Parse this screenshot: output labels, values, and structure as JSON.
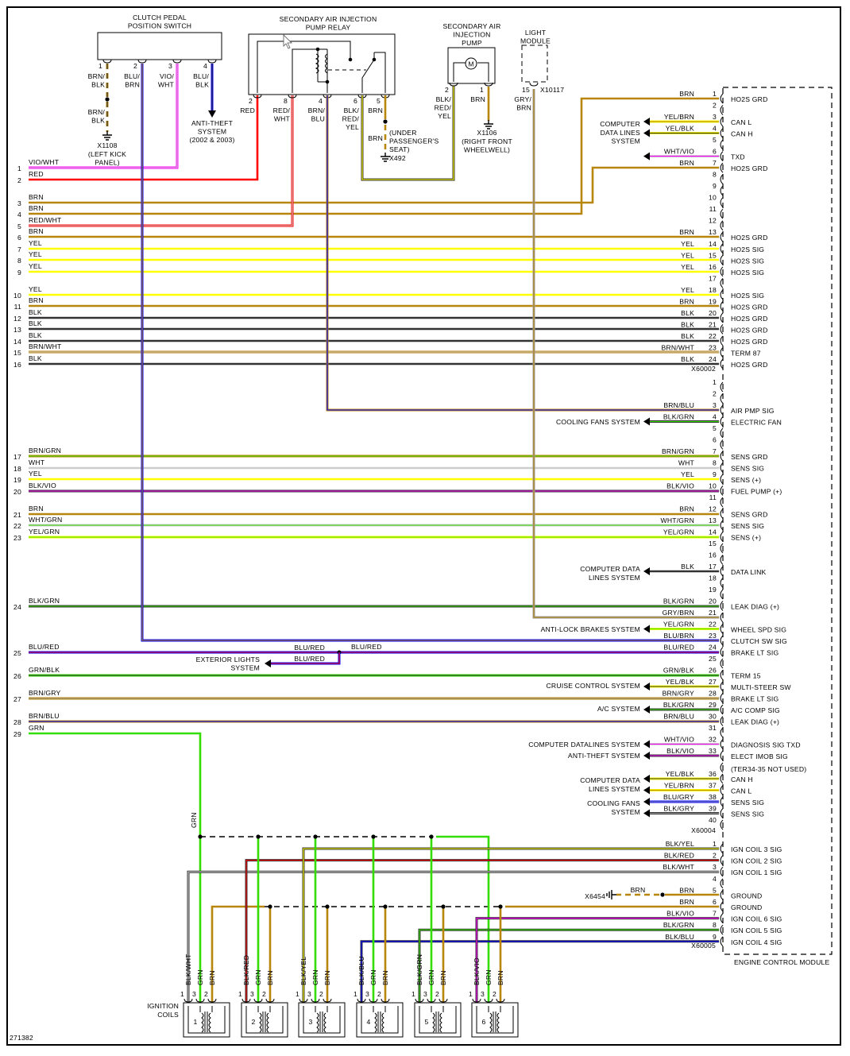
{
  "figure_id": "271382",
  "wire_colors": {
    "BRN": "#b8860b",
    "YEL": "#ffff00",
    "BLK": "#333333",
    "RED": "#ff0000",
    "GRN": "#33dd00",
    "WHT": "#cccccc",
    "BLU": "#0000ff",
    "VIO": "#ff00ff",
    "GRY": "#999999"
  },
  "clutch_switch": {
    "title": [
      "CLUTCH PEDAL",
      "POSITION SWITCH"
    ],
    "pins": [
      {
        "num": "1",
        "wire": [
          "BRN/",
          "BLK"
        ]
      },
      {
        "num": "2",
        "wire": [
          "BLU/",
          "BRN"
        ]
      },
      {
        "num": "3",
        "wire": [
          "VIO/",
          "WHT"
        ]
      },
      {
        "num": "4",
        "wire": [
          "BLU/",
          "BLK"
        ]
      }
    ],
    "ground_wire": [
      "BRN/",
      "BLK"
    ],
    "ground_id": "X1108",
    "ground_location": [
      "(LEFT KICK",
      "PANEL)"
    ],
    "anti_theft": [
      "ANTI-THEFT",
      "SYSTEM",
      "(2002 & 2003)"
    ]
  },
  "air_pump_relay": {
    "title": [
      "SECONDARY AIR INJECTION",
      "PUMP RELAY"
    ],
    "pins": [
      {
        "num": "2",
        "wire": [
          "RED"
        ]
      },
      {
        "num": "8",
        "wire": [
          "RED/",
          "WHT"
        ]
      },
      {
        "num": "4",
        "wire": [
          "BRN/",
          "BLU"
        ]
      },
      {
        "num": "6",
        "wire": [
          "BLK/",
          "RED/",
          "YEL"
        ]
      },
      {
        "num": "5",
        "wire": [
          "BRN"
        ]
      }
    ],
    "ground_wire": "BRN",
    "ground_id": "X492",
    "ground_location": [
      "(UNDER",
      "PASSENGER'S",
      "SEAT)"
    ]
  },
  "air_pump": {
    "title": [
      "SECONDARY AIR",
      "INJECTION",
      "PUMP"
    ],
    "motor": "M",
    "pins": [
      {
        "num": "2",
        "wire": [
          "BLK/",
          "RED/",
          "YEL"
        ]
      },
      {
        "num": "1",
        "wire": [
          "BRN"
        ]
      }
    ],
    "ground_id": "X1106",
    "ground_location": [
      "(RIGHT FRONT",
      "WHEELWELL)"
    ]
  },
  "light_module": {
    "title": [
      "LIGHT",
      "MODULE"
    ],
    "pin": "15",
    "connector": "X10117",
    "wire": [
      "GRY/",
      "BRN"
    ]
  },
  "harness": [
    {
      "num": "1",
      "wire": "VIO/WHT"
    },
    {
      "num": "2",
      "wire": "RED"
    },
    {
      "num": "3",
      "wire": "BRN"
    },
    {
      "num": "4",
      "wire": "BRN"
    },
    {
      "num": "5",
      "wire": "RED/WHT"
    },
    {
      "num": "6",
      "wire": "BRN"
    },
    {
      "num": "7",
      "wire": "YEL"
    },
    {
      "num": "8",
      "wire": "YEL"
    },
    {
      "num": "9",
      "wire": "YEL"
    },
    {
      "num": "10",
      "wire": "YEL"
    },
    {
      "num": "11",
      "wire": "BRN"
    },
    {
      "num": "12",
      "wire": "BLK"
    },
    {
      "num": "13",
      "wire": "BLK"
    },
    {
      "num": "14",
      "wire": "BLK"
    },
    {
      "num": "15",
      "wire": "BRN/WHT"
    },
    {
      "num": "16",
      "wire": "BLK"
    },
    {
      "num": "17",
      "wire": "BRN/GRN"
    },
    {
      "num": "18",
      "wire": "WHT"
    },
    {
      "num": "19",
      "wire": "YEL"
    },
    {
      "num": "20",
      "wire": "BLK/VIO"
    },
    {
      "num": "21",
      "wire": "BRN"
    },
    {
      "num": "22",
      "wire": "WHT/GRN"
    },
    {
      "num": "23",
      "wire": "YEL/GRN"
    },
    {
      "num": "24",
      "wire": "BLK/GRN"
    },
    {
      "num": "25",
      "wire": "BLU/RED"
    },
    {
      "num": "26",
      "wire": "GRN/BLK"
    },
    {
      "num": "27",
      "wire": "BRN/GRY"
    },
    {
      "num": "28",
      "wire": "BRN/BLU"
    },
    {
      "num": "29",
      "wire": "GRN"
    }
  ],
  "splice_25": {
    "left_label": "BLU/RED",
    "right_label": "BLU/RED",
    "branch_label": "BLU/RED",
    "target": [
      "EXTERIOR LIGHTS",
      "SYSTEM"
    ]
  },
  "system_labels": [
    {
      "lines": [
        "COMPUTER",
        "DATA LINES",
        "SYSTEM"
      ]
    },
    {
      "lines": [
        "COOLING FANS SYSTEM"
      ]
    },
    {
      "lines": [
        "COMPUTER DATA",
        "LINES SYSTEM"
      ]
    },
    {
      "lines": [
        "ANTI-LOCK BRAKES SYSTEM"
      ]
    },
    {
      "lines": [
        "CRUISE CONTROL SYSTEM"
      ]
    },
    {
      "lines": [
        "A/C SYSTEM"
      ]
    },
    {
      "lines": [
        "COMPUTER DATALINES SYSTEM"
      ]
    },
    {
      "lines": [
        "ANTI-THEFT SYSTEM"
      ]
    },
    {
      "lines": [
        "COMPUTER DATA",
        "LINES SYSTEM"
      ]
    },
    {
      "lines": [
        "COOLING FANS",
        "SYSTEM"
      ]
    }
  ],
  "ecm": {
    "title": "ENGINE CONTROL MODULE",
    "note": "(TER34-35 NOT USED)",
    "connectors": [
      {
        "id": "X60002",
        "pins": [
          {
            "pin": "1",
            "wire": "BRN",
            "function": "HO2S GRD"
          },
          {
            "pin": "2"
          },
          {
            "pin": "3",
            "wire": "YEL/BRN",
            "function": "CAN L",
            "arrow": true
          },
          {
            "pin": "4",
            "wire": "YEL/BLK",
            "function": "CAN H",
            "arrow": true
          },
          {
            "pin": "5"
          },
          {
            "pin": "6",
            "wire": "WHT/VIO",
            "function": "TXD",
            "arrow": true
          },
          {
            "pin": "7",
            "wire": "BRN",
            "function": "HO2S GRD"
          },
          {
            "pin": "8"
          },
          {
            "pin": "9"
          },
          {
            "pin": "10"
          },
          {
            "pin": "11"
          },
          {
            "pin": "12"
          },
          {
            "pin": "13",
            "wire": "BRN",
            "function": "HO2S GRD"
          },
          {
            "pin": "14",
            "wire": "YEL",
            "function": "HO2S SIG"
          },
          {
            "pin": "15",
            "wire": "YEL",
            "function": "HO2S SIG"
          },
          {
            "pin": "16",
            "wire": "YEL",
            "function": "HO2S SIG"
          },
          {
            "pin": "17"
          },
          {
            "pin": "18",
            "wire": "YEL",
            "function": "HO2S SIG"
          },
          {
            "pin": "19",
            "wire": "BRN",
            "function": "HO2S GRD"
          },
          {
            "pin": "20",
            "wire": "BLK",
            "function": "HO2S GRD"
          },
          {
            "pin": "21",
            "wire": "BLK",
            "function": "HO2S GRD"
          },
          {
            "pin": "22",
            "wire": "BLK",
            "function": "HO2S GRD"
          },
          {
            "pin": "23",
            "wire": "BRN/WHT",
            "function": "TERM 87"
          },
          {
            "pin": "24",
            "wire": "BLK",
            "function": "HO2S GRD"
          }
        ]
      },
      {
        "id": "X60004",
        "pins": [
          {
            "pin": "1"
          },
          {
            "pin": "2"
          },
          {
            "pin": "3",
            "wire": "BRN/BLU",
            "function": "AIR PMP SIG"
          },
          {
            "pin": "4",
            "wire": "BLK/GRN",
            "function": "ELECTRIC FAN",
            "arrow": true
          },
          {
            "pin": "5"
          },
          {
            "pin": "6"
          },
          {
            "pin": "7",
            "wire": "BRN/GRN",
            "function": "SENS GRD"
          },
          {
            "pin": "8",
            "wire": "WHT",
            "function": "SENS SIG"
          },
          {
            "pin": "9",
            "wire": "YEL",
            "function": "SENS (+)"
          },
          {
            "pin": "10",
            "wire": "BLK/VIO",
            "function": "FUEL PUMP (+)"
          },
          {
            "pin": "11"
          },
          {
            "pin": "12",
            "wire": "BRN",
            "function": "SENS GRD"
          },
          {
            "pin": "13",
            "wire": "WHT/GRN",
            "function": "SENS SIG"
          },
          {
            "pin": "14",
            "wire": "YEL/GRN",
            "function": "SENS (+)"
          },
          {
            "pin": "15"
          },
          {
            "pin": "16"
          },
          {
            "pin": "17",
            "wire": "BLK",
            "function": "DATA LINK",
            "arrow": true
          },
          {
            "pin": "18"
          },
          {
            "pin": "19"
          },
          {
            "pin": "20",
            "wire": "BLK/GRN",
            "function": "LEAK DIAG (+)"
          },
          {
            "pin": "21",
            "wire": "GRY/BRN"
          },
          {
            "pin": "22",
            "wire": "YEL/GRN",
            "function": "WHEEL SPD SIG",
            "arrow": true
          },
          {
            "pin": "23",
            "wire": "BLU/BRN",
            "function": "CLUTCH SW SIG"
          },
          {
            "pin": "24",
            "wire": "BLU/RED",
            "function": "BRAKE LT SIG"
          },
          {
            "pin": "25"
          },
          {
            "pin": "26",
            "wire": "GRN/BLK",
            "function": "TERM 15"
          },
          {
            "pin": "27",
            "wire": "YEL/BLK",
            "function": "MULTI-STEER SW",
            "arrow": true
          },
          {
            "pin": "28",
            "wire": "BRN/GRY",
            "function": "BRAKE LT SIG"
          },
          {
            "pin": "29",
            "wire": "BLK/GRN",
            "function": "A/C COMP SIG",
            "arrow": true
          },
          {
            "pin": "30",
            "wire": "BRN/BLU",
            "function": "LEAK DIAG (+)"
          },
          {
            "pin": "31"
          },
          {
            "pin": "32",
            "wire": "WHT/VIO",
            "function": "DIAGNOSIS SIG TXD",
            "arrow": true
          },
          {
            "pin": "33",
            "wire": "BLK/VIO",
            "function": "ELECT IMOB SIG",
            "arrow": true
          },
          {
            "pin": "36",
            "wire": "YEL/BLK",
            "function": "CAN H",
            "arrow": true
          },
          {
            "pin": "37",
            "wire": "YEL/BRN",
            "function": "CAN L",
            "arrow": true
          },
          {
            "pin": "38",
            "wire": "BLU/GRY",
            "function": "SENS SIG",
            "arrow": true
          },
          {
            "pin": "39",
            "wire": "BLK/GRY",
            "function": "SENS SIG",
            "arrow": true
          },
          {
            "pin": "40"
          }
        ]
      },
      {
        "id": "X60005",
        "pins": [
          {
            "pin": "1",
            "wire": "BLK/YEL",
            "function": "IGN COIL 3 SIG"
          },
          {
            "pin": "2",
            "wire": "BLK/RED",
            "function": "IGN COIL 2 SIG"
          },
          {
            "pin": "3",
            "wire": "BLK/WHT",
            "function": "IGN COIL 1 SIG"
          },
          {
            "pin": "4"
          },
          {
            "pin": "5",
            "wire": "BRN",
            "function": "GROUND"
          },
          {
            "pin": "6",
            "wire": "BRN",
            "function": "GROUND"
          },
          {
            "pin": "7",
            "wire": "BLK/VIO",
            "function": "IGN COIL 6 SIG"
          },
          {
            "pin": "8",
            "wire": "BLK/GRN",
            "function": "IGN COIL 5 SIG"
          },
          {
            "pin": "9",
            "wire": "BLK/BLU",
            "function": "IGN COIL 4 SIG"
          }
        ]
      }
    ]
  },
  "ground_x6454": {
    "id": "X6454",
    "wire": "BRN"
  },
  "coils": {
    "title": [
      "IGNITION",
      "COILS"
    ],
    "feed_label": "GRN",
    "items": [
      {
        "num": "1",
        "signal_wire": "BLK/WHT",
        "power_wire": "GRN",
        "ground_wire": "BRN",
        "pins": [
          "1",
          "3",
          "2"
        ]
      },
      {
        "num": "2",
        "signal_wire": "BLK/RED",
        "power_wire": "GRN",
        "ground_wire": "BRN",
        "pins": [
          "1",
          "3",
          "2"
        ]
      },
      {
        "num": "3",
        "signal_wire": "BLK/YEL",
        "power_wire": "GRN",
        "ground_wire": "BRN",
        "pins": [
          "1",
          "3",
          "2"
        ]
      },
      {
        "num": "4",
        "signal_wire": "BLK/BLU",
        "power_wire": "GRN",
        "ground_wire": "BRN",
        "pins": [
          "1",
          "3",
          "2"
        ]
      },
      {
        "num": "5",
        "signal_wire": "BLK/GRN",
        "power_wire": "GRN",
        "ground_wire": "BRN",
        "pins": [
          "1",
          "3",
          "2"
        ]
      },
      {
        "num": "6",
        "signal_wire": "BLK/VIO",
        "power_wire": "GRN",
        "ground_wire": "BRN",
        "pins": [
          "1",
          "3",
          "2"
        ]
      }
    ]
  }
}
